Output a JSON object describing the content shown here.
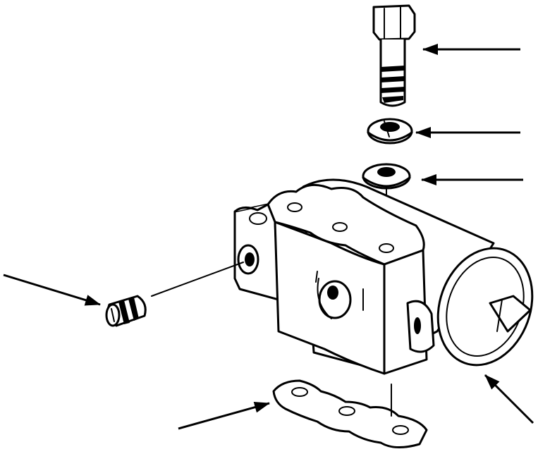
{
  "diagram": {
    "colors": {
      "ink": "#000000",
      "paper": "#ffffff"
    },
    "parts": [
      {
        "name": "bolt",
        "icon": "hex-bolt-icon"
      },
      {
        "name": "lock-washer",
        "icon": "split-lock-washer-icon"
      },
      {
        "name": "flat-washer",
        "icon": "flat-washer-icon"
      },
      {
        "name": "bleeder-screw",
        "icon": "threaded-plug-icon"
      },
      {
        "name": "wheel-cylinder",
        "icon": "brake-wheel-cylinder-icon"
      },
      {
        "name": "gasket",
        "icon": "mounting-gasket-icon"
      }
    ],
    "callouts": [
      {
        "points_to": "bolt"
      },
      {
        "points_to": "lock-washer"
      },
      {
        "points_to": "flat-washer"
      },
      {
        "points_to": "bleeder-screw"
      },
      {
        "points_to": "gasket"
      },
      {
        "points_to": "wheel-cylinder"
      }
    ]
  }
}
